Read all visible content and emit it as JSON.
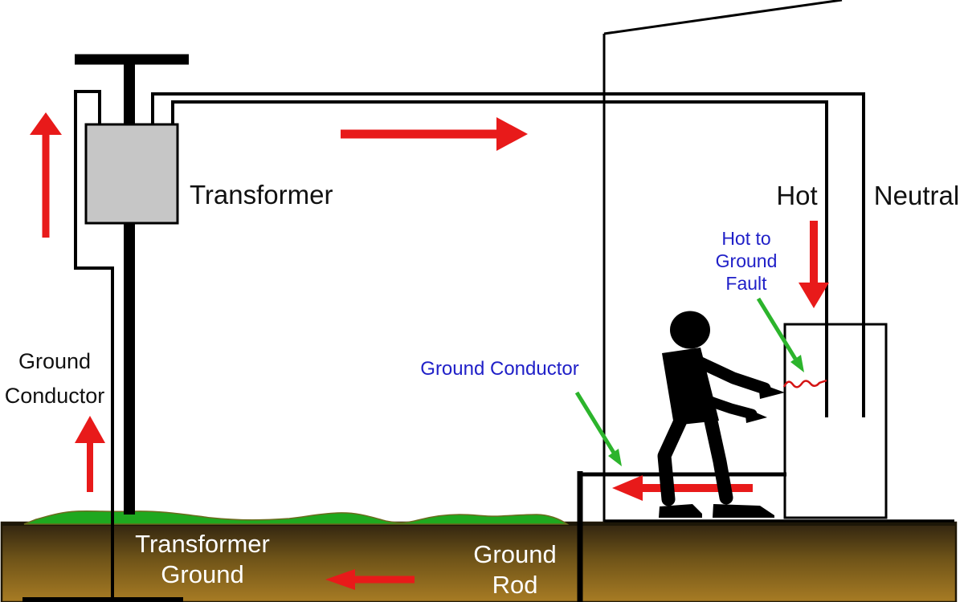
{
  "labels": {
    "transformer": "Transformer",
    "hot": "Hot",
    "neutral": "Neutral",
    "hot_to_ground_fault": {
      "lines": [
        "Hot to",
        "Ground",
        "Fault"
      ]
    },
    "ground_conductor_house": "Ground Conductor",
    "ground_conductor_pole": {
      "lines": [
        "Ground",
        "Conductor"
      ]
    },
    "transformer_ground": {
      "lines": [
        "Transformer",
        "Ground"
      ]
    },
    "ground_rod": {
      "lines": [
        "Ground",
        "Rod"
      ]
    }
  },
  "colors": {
    "arrow_red": "#e81a1a",
    "arrow_green": "#2cb42c",
    "label_blue": "#2020c8",
    "label_black": "#111111",
    "label_white": "#ffffff",
    "grass_green": "#1fa81f",
    "grass_outline": "#6b6b1e",
    "soil_top": "#2f2310",
    "soil_bottom": "#a87c24",
    "soil_border": "#201806",
    "transformer_gray": "#c6c6c6",
    "wire_black": "#000000",
    "fault_red": "#d41414"
  },
  "figures": {
    "current_arrows": [
      {
        "name": "arrow-up-primary",
        "direction": "up",
        "color": "arrow_red"
      },
      {
        "name": "arrow-right-service-wire",
        "direction": "right",
        "color": "arrow_red"
      },
      {
        "name": "arrow-down-hot",
        "direction": "down",
        "color": "arrow_red"
      },
      {
        "name": "arrow-left-ground-conductor",
        "direction": "left",
        "color": "arrow_red"
      },
      {
        "name": "arrow-up-ground-conductor-pole",
        "direction": "up",
        "color": "arrow_red"
      },
      {
        "name": "arrow-left-soil",
        "direction": "left",
        "color": "arrow_red"
      }
    ],
    "pointer_arrows": [
      {
        "name": "pointer-arrow-ground-conductor",
        "direction": "down-right",
        "color": "arrow_green"
      },
      {
        "name": "pointer-arrow-fault",
        "direction": "down-right",
        "color": "arrow_green"
      }
    ]
  }
}
